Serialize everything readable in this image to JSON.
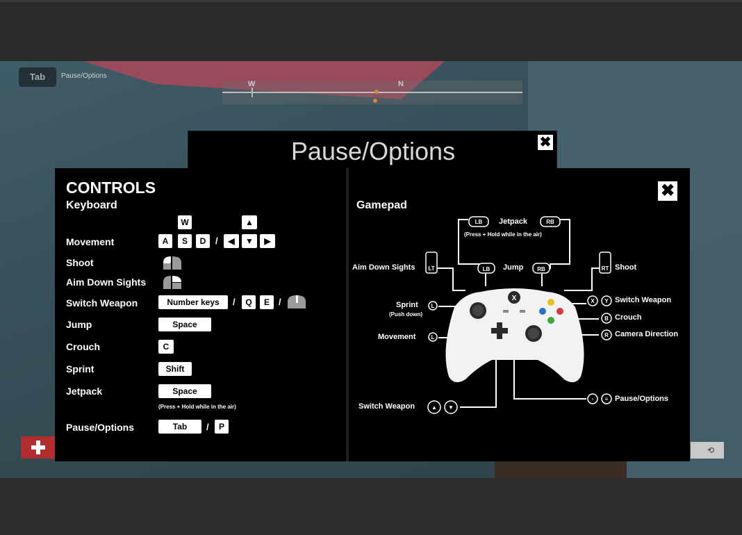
{
  "hud": {
    "tab_key": "Tab",
    "tab_label": "Pause/Options",
    "compass_w": "W",
    "compass_n": "N"
  },
  "dialog": {
    "title": "Pause/Options",
    "close_glyph": "✖"
  },
  "keyboard": {
    "heading": "CONTROLS",
    "subheading": "Keyboard",
    "rows": {
      "movement": {
        "label": "Movement",
        "keys_top": [
          "W"
        ],
        "keys": [
          "A",
          "S",
          "D"
        ],
        "sep": "/"
      },
      "shoot": {
        "label": "Shoot"
      },
      "aim": {
        "label": "Aim Down Sights"
      },
      "switch": {
        "label": "Switch Weapon",
        "key_number": "Number keys",
        "sep": "/",
        "key_q": "Q",
        "key_e": "E"
      },
      "jump": {
        "label": "Jump",
        "key": "Space"
      },
      "crouch": {
        "label": "Crouch",
        "key": "C"
      },
      "sprint": {
        "label": "Sprint",
        "key": "Shift"
      },
      "jetpack": {
        "label": "Jetpack",
        "key": "Space",
        "note": "(Press + Hold while in the air)"
      },
      "pause": {
        "label": "Pause/Options",
        "key_tab": "Tab",
        "sep": "/",
        "key_p": "P"
      }
    }
  },
  "gamepad": {
    "heading": "Gamepad",
    "close_glyph": "✖",
    "labels": {
      "jetpack": "Jetpack",
      "jetpack_note": "(Press + Hold while in the air)",
      "aim": "Aim Down Sights",
      "jump": "Jump",
      "shoot": "Shoot",
      "sprint": "Sprint",
      "sprint_note": "(Push down)",
      "movement": "Movement",
      "switch_weapon_left": "Switch Weapon",
      "switch_weapon_right": "Switch Weapon",
      "crouch": "Crouch",
      "camera": "Camera Direction",
      "pause": "Pause/Options"
    },
    "buttons": {
      "lb": "LB",
      "rb": "RB",
      "lt": "LT",
      "rt": "RT",
      "ls": "L",
      "rs": "R",
      "x": "X",
      "y": "Y",
      "b": "B"
    }
  },
  "colors": {
    "panel": "#000000",
    "key": "#ffffff",
    "health": "#b22e2e",
    "btn_y": "#e8c21a",
    "btn_x": "#2a6fd6",
    "btn_b": "#d63a3a",
    "btn_a": "#3aa83a"
  }
}
